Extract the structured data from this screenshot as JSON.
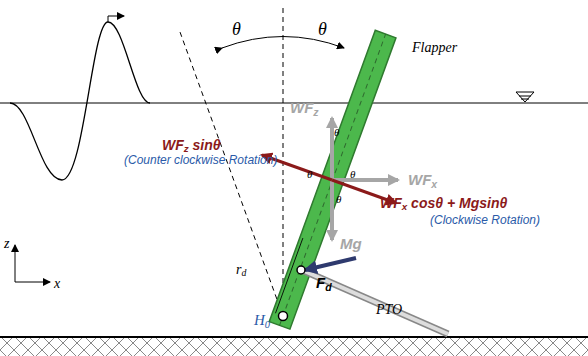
{
  "diagram": {
    "labels": [
      "θ",
      "θ",
      "Flapper",
      "WFz",
      "θ",
      "WFz sinθ",
      "(Counter clockwise Rotation)",
      "θ",
      "θ",
      "WFx",
      "WFx cosθ + Mgsinθ",
      "(Clockwise Rotation)",
      "θ",
      "Mg",
      "rd",
      "Fd",
      "H0",
      "PTO",
      "z",
      "x"
    ]
  }
}
